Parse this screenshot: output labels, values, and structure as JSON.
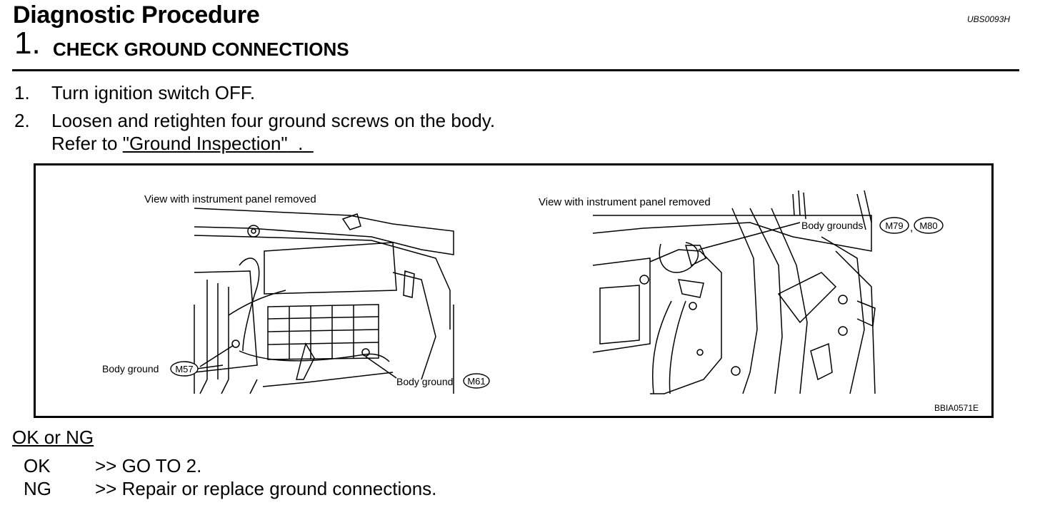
{
  "header": {
    "title": "Diagnostic Procedure",
    "code": "UBS0093H",
    "step_number": "1.",
    "step_title": "CHECK GROUND CONNECTIONS"
  },
  "instructions": [
    {
      "num": "1.",
      "text": "Turn ignition switch OFF."
    },
    {
      "num": "2.",
      "text": "Loosen and retighten four ground screws on the body."
    }
  ],
  "reference": {
    "prefix": "Refer to ",
    "link": "\"Ground Inspection\"",
    "suffix": "  .  "
  },
  "figure": {
    "left_caption": "View with instrument panel removed",
    "right_caption": "View with instrument panel removed",
    "label_m57_text": "Body ground",
    "label_m57_code": "M57",
    "label_m61_text": "Body ground",
    "label_m61_code": "M61",
    "label_m79_text": "Body grounds",
    "label_m79_code": "M79",
    "label_comma": ",",
    "label_m80_code": "M80",
    "figure_id": "BBIA0571E"
  },
  "result": {
    "heading": "OK or NG",
    "rows": [
      {
        "key": "OK",
        "action": ">> GO TO 2."
      },
      {
        "key": "NG",
        "action": ">> Repair or replace ground connections."
      }
    ]
  }
}
